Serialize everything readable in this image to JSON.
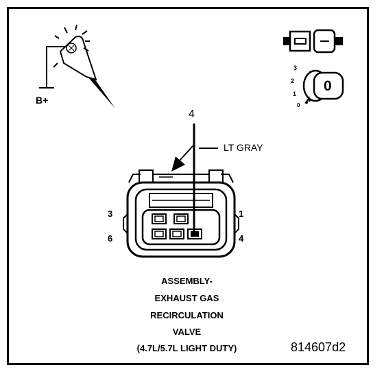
{
  "probe": {
    "supply_label": "B+"
  },
  "key_icon": {
    "positions": [
      "3",
      "2",
      "1",
      "0"
    ],
    "key_label": "0"
  },
  "connector": {
    "wire_number": "4",
    "wire_color": "LT GRAY",
    "pins_left_top": "3",
    "pins_left_bottom": "6",
    "pins_right_top": "1",
    "pins_right_bottom": "4"
  },
  "caption": {
    "lines": [
      "ASSEMBLY-",
      "EXHAUST GAS",
      "RECIRCULATION",
      "VALVE",
      "(4.7L/5.7L LIGHT DUTY)"
    ]
  },
  "figure_id": "814607d2"
}
